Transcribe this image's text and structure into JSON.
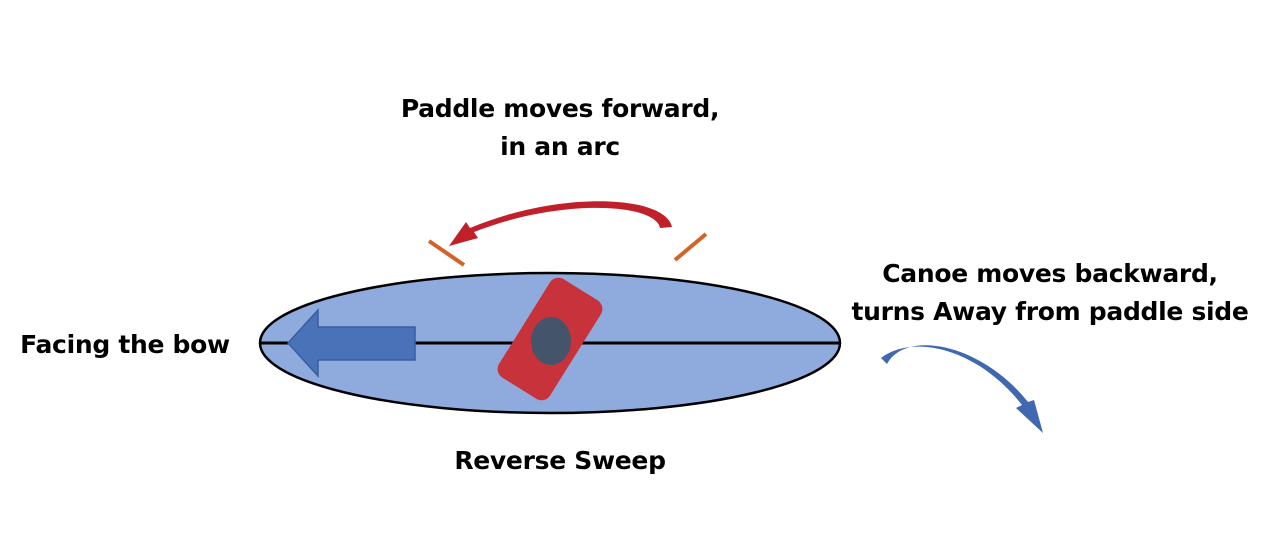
{
  "title": "Reverse Sweep",
  "labels": {
    "paddle_motion_line1": "Paddle moves forward,",
    "paddle_motion_line2": "in an arc",
    "canoe_motion_line1": "Canoe moves backward,",
    "canoe_motion_line2": "turns Away from paddle side",
    "facing": "Facing the bow",
    "stroke_name": "Reverse Sweep"
  },
  "icons": {
    "paddle_arc_arrow": "curved-arrow-left-red",
    "canoe_turn_arrow": "curved-arrow-down-blue",
    "bow_direction_arrow": "arrow-left-blue",
    "paddle_start_marker": "paddle-position-marker",
    "paddle_end_marker": "paddle-position-marker"
  },
  "colors": {
    "canoe_fill": "#8FAADC",
    "canoe_outline": "#000000",
    "direction_arrow": "#4A72B8",
    "paddler_seat": "#C8323A",
    "paddler_head": "#44546A",
    "arc_arrow": "#C0202A",
    "paddle_marker": "#D2642A",
    "turn_arrow": "#3F68B0"
  }
}
